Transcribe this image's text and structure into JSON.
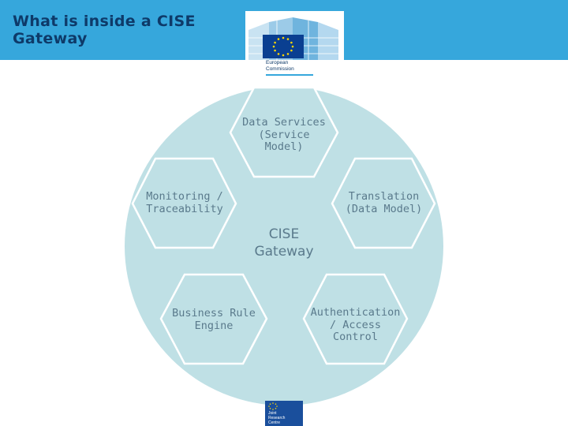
{
  "header": {
    "title": "What is inside a CISE\nGateway",
    "color": "#36a7dc",
    "title_color": "#0e3a69"
  },
  "logo": {
    "line1": "European",
    "line2": "Commission",
    "icon": "eu-flag-building-icon"
  },
  "diagram": {
    "circle_color": "#bfe0e5",
    "hex_stroke": "#ffffff",
    "center": "CISE\nGateway",
    "nodes": [
      {
        "label": "Data Services\n(Service\nModel)"
      },
      {
        "label": "Monitoring /\nTraceability"
      },
      {
        "label": "Translation\n(Data Model)"
      },
      {
        "label": "Business Rule\nEngine"
      },
      {
        "label": "Authentication\n/ Access\nControl"
      }
    ]
  },
  "footer_logo": {
    "line1": "Joint",
    "line2": "Research",
    "line3": "Centre",
    "color": "#1a4f9c"
  }
}
